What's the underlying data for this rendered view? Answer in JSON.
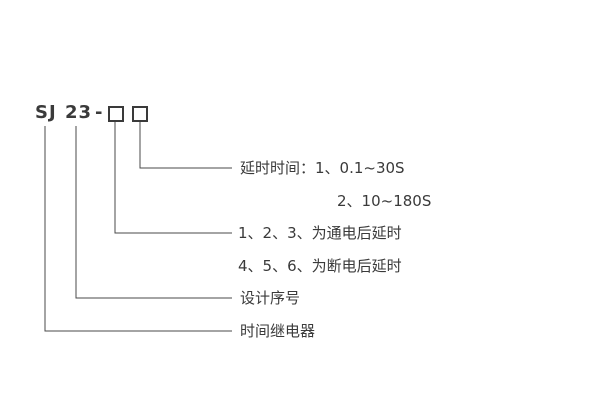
{
  "model_code": {
    "type_letters": "SJ",
    "design_number": "23",
    "separator": "-"
  },
  "labels": {
    "delay_time": "延时时间：1、0.1~30S",
    "delay_time_option2": "2、10~180S",
    "power_on_delay": "1、2、3、为通电后延时",
    "power_off_delay": "4、5、6、为断电后延时",
    "design_serial": "设计序号",
    "time_relay": "时间继电器"
  },
  "colors": {
    "text": "#3a3a3a",
    "line": "#4a4a4a",
    "background": "#ffffff"
  }
}
